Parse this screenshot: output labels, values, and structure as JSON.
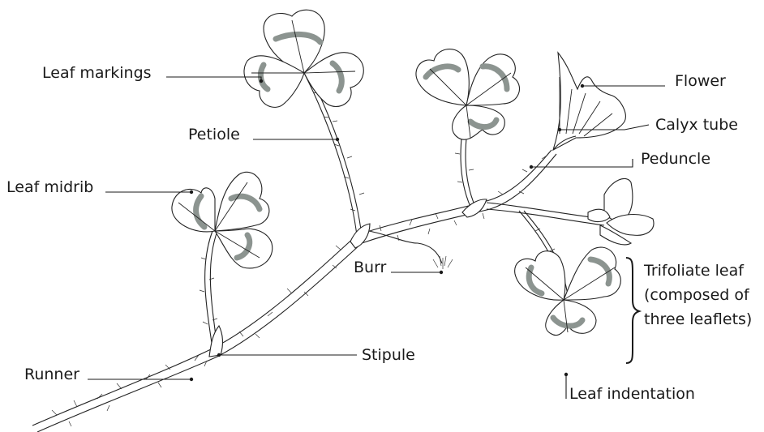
{
  "labels": {
    "leaf_markings": "Leaf markings",
    "petiole": "Petiole",
    "leaf_midrib": "Leaf midrib",
    "runner": "Runner",
    "stipule": "Stipule",
    "burr": "Burr",
    "flower": "Flower",
    "calyx_tube": "Calyx tube",
    "peduncle": "Peduncle",
    "trifoliate_line1": "Trifoliate leaf",
    "trifoliate_line2": "(composed of",
    "trifoliate_line3": "three leaflets)",
    "leaf_indentation": "Leaf indentation"
  },
  "colors": {
    "ink": "#1a1a1a",
    "leaf_marking": "#8c9490",
    "background": "#ffffff"
  }
}
